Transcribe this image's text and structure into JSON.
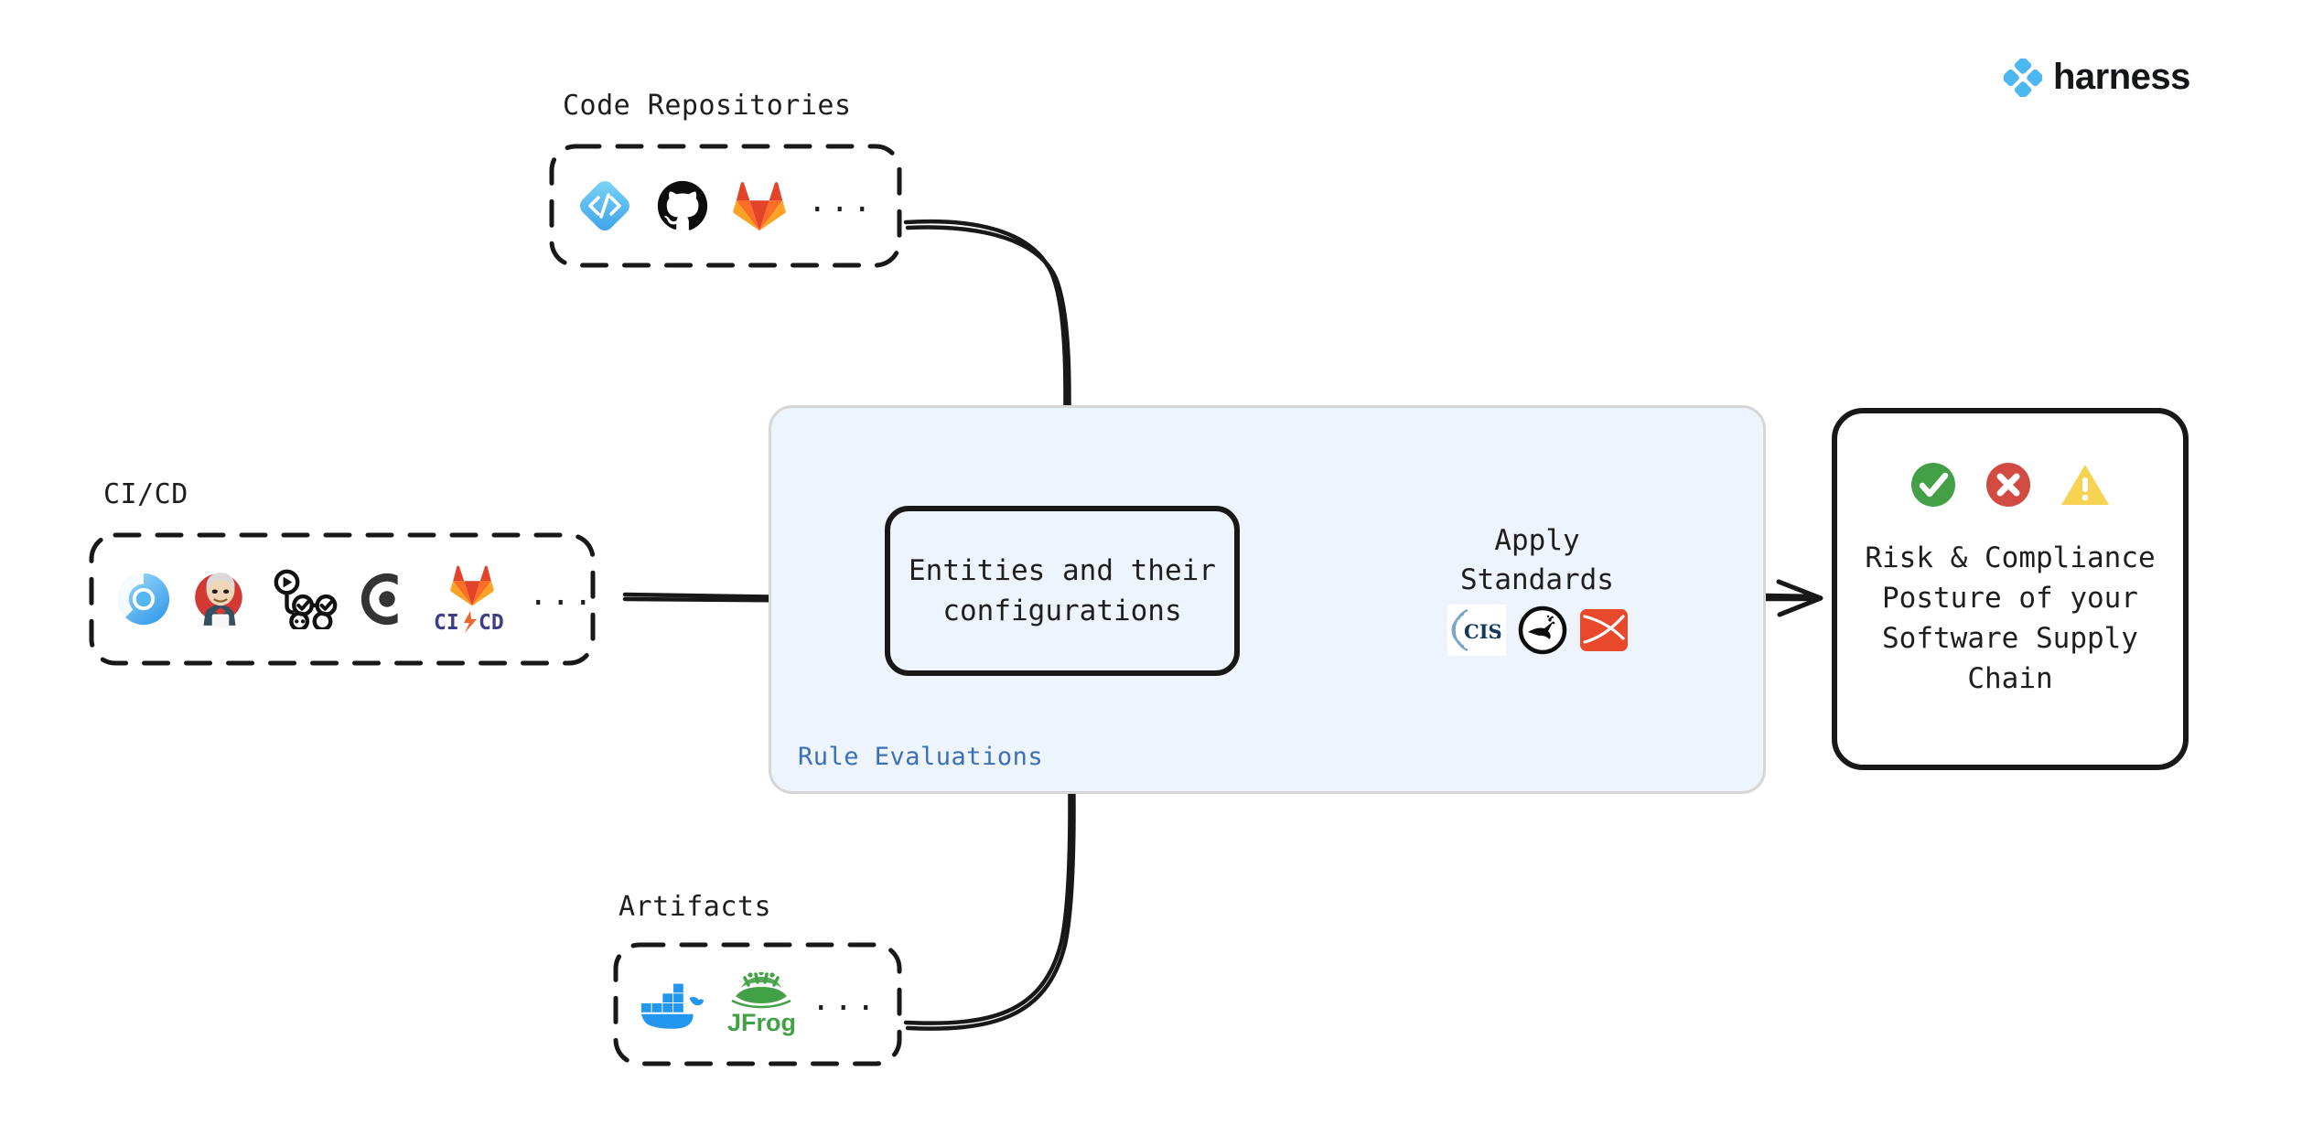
{
  "brand": {
    "name": "harness",
    "logo_icon": "harness-diamond-logo",
    "accent_color": "#4db7f0"
  },
  "sources": [
    {
      "id": "code-repositories",
      "label": "Code Repositories",
      "icons": [
        "harness-code-icon",
        "github-icon",
        "gitlab-icon"
      ],
      "more": "..."
    },
    {
      "id": "ci-cd",
      "label": "CI/CD",
      "icons": [
        "harness-ci-icon",
        "jenkins-icon",
        "github-actions-icon",
        "circleci-icon",
        "gitlab-cicd-icon"
      ],
      "more": "..."
    },
    {
      "id": "artifacts",
      "label": "Artifacts",
      "icons": [
        "docker-icon",
        "jfrog-icon"
      ],
      "more": "..."
    }
  ],
  "panel": {
    "label": "Rule Evaluations",
    "label_color": "#3b6fb6",
    "fill_color": "#eef4fb",
    "border_color": "#d6d6d6"
  },
  "entities": {
    "text": "Entities and their\nconfigurations"
  },
  "standards": {
    "text": "Apply\nStandards",
    "icons": [
      "cis-icon",
      "owasp-icon",
      "slsa-icon"
    ]
  },
  "result": {
    "text": "Risk & Compliance\nPosture of your\nSoftware Supply\nChain",
    "status_icons": [
      {
        "name": "check-circle-icon",
        "color": "#43a047"
      },
      {
        "name": "cross-circle-icon",
        "color": "#d24b43"
      },
      {
        "name": "warning-triangle-icon",
        "color": "#f7d354"
      }
    ]
  },
  "flow": {
    "arrows": [
      {
        "from": "code-repositories",
        "to": "entities",
        "direction": "down"
      },
      {
        "from": "ci-cd",
        "to": "entities",
        "direction": "right"
      },
      {
        "from": "artifacts",
        "to": "entities",
        "direction": "up"
      },
      {
        "from": "entities",
        "to": "standards",
        "direction": "right"
      },
      {
        "from": "standards",
        "to": "result",
        "direction": "right"
      }
    ]
  }
}
